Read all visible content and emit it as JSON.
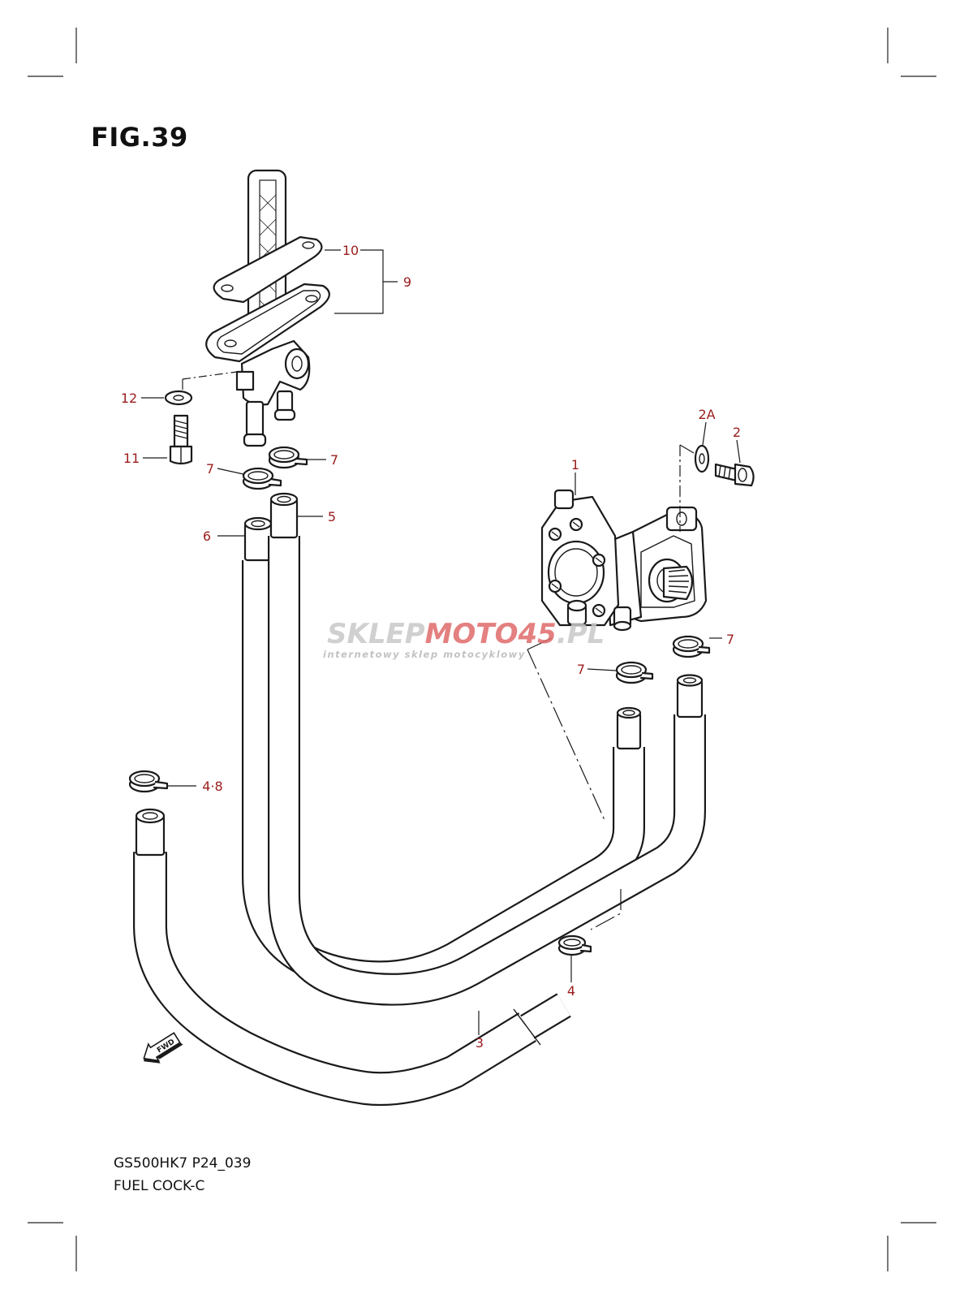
{
  "figure": {
    "title": "FIG.39",
    "model_code": "GS500HK7 P24_039",
    "section_name": "FUEL COCK-C"
  },
  "watermark": {
    "brand_left": "SKLEP",
    "brand_mid": "MOTO",
    "brand_box": "45",
    "brand_right": ".PL",
    "tagline": "internetowy sklep motocyklowy"
  },
  "fwd_label": "FWD",
  "callouts": {
    "c1": "1",
    "c2": "2",
    "c2a": "2A",
    "c3": "3",
    "c4": "4",
    "c48": "4·8",
    "c5": "5",
    "c6": "6",
    "c7a": "7",
    "c7b": "7",
    "c7c": "7",
    "c7d": "7",
    "c9": "9",
    "c10": "10",
    "c11": "11",
    "c12": "12"
  },
  "colors": {
    "callout": "#9b1c1c",
    "watermark_grey": "#c8c8c8",
    "watermark_red": "#e06a6a"
  }
}
